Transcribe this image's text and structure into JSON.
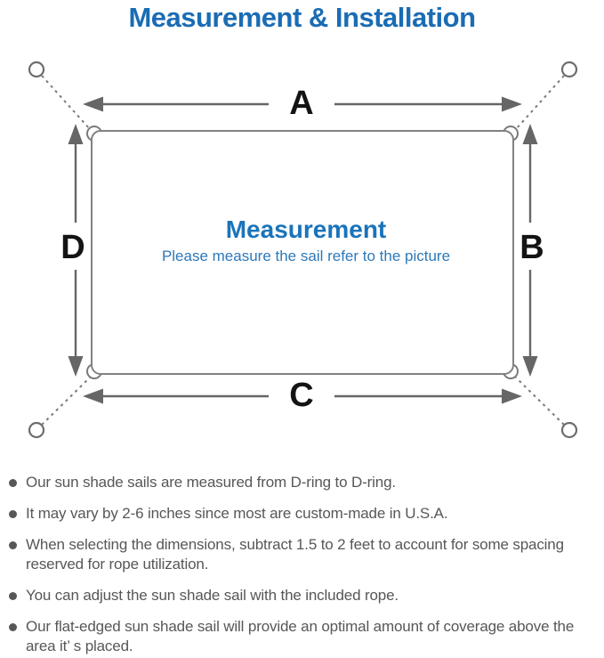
{
  "title": "Measurement & Installation",
  "colors": {
    "title_blue": "#1a6cb4",
    "diagram_blue": "#1a74ba",
    "line_gray": "#828282",
    "arrow_gray": "#666666",
    "note_text_gray": "#575757"
  },
  "diagram": {
    "center_title": "Measurement",
    "center_subtitle": "Please measure the sail refer to the picture",
    "labels": {
      "top": "A",
      "right": "B",
      "bottom": "C",
      "left": "D"
    }
  },
  "notes": [
    "Our sun shade sails are measured from D-ring to D-ring.",
    "It may vary by 2-6 inches since most are custom-made in U.S.A.",
    "When selecting the dimensions, subtract 1.5 to 2 feet to account for some spacing reserved for rope utilization.",
    "You can adjust the sun shade sail with the included rope.",
    "Our flat-edged sun shade sail will provide an optimal amount of coverage above the area it’ s placed."
  ]
}
